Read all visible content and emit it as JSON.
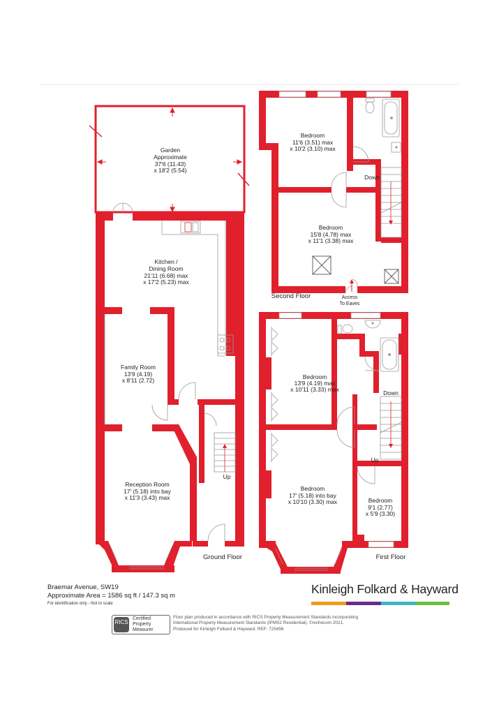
{
  "rooms": {
    "garden": {
      "name": "Garden",
      "line2": "Approximate",
      "dim1": "37'6 (11.43)",
      "dim2": "x 18'2 (5.54)"
    },
    "kitchen": {
      "name": "Kitchen /",
      "line2": "Dining Room",
      "dim1": "21'11 (6.68) max",
      "dim2": "x 17'2 (5.23) max"
    },
    "family": {
      "name": "Family Room",
      "dim1": "13'9 (4.19)",
      "dim2": "x 8'11 (2.72)"
    },
    "reception": {
      "name": "Reception Room",
      "dim1": "17' (5.18) into bay",
      "dim2": "x 11'3 (3.43) max"
    },
    "sf_bed1": {
      "name": "Bedroom",
      "dim1": "11'6 (3.51) max",
      "dim2": "x 10'2 (3.10) max"
    },
    "sf_bed2": {
      "name": "Bedroom",
      "dim1": "15'8 (4.78) max",
      "dim2": "x 11'1 (3.38) max"
    },
    "ff_bed1": {
      "name": "Bedroom",
      "dim1": "13'9 (4.19) max",
      "dim2": "x 10'11 (3.33) max"
    },
    "ff_bed2": {
      "name": "Bedroom",
      "dim1": "17' (5.18) into bay",
      "dim2": "x 10'10 (3.30) max"
    },
    "ff_bed3": {
      "name": "Bedroom",
      "dim1": "9'1 (2.77)",
      "dim2": "x 5'9 (3.30)"
    }
  },
  "floors": {
    "ground": "Ground Floor",
    "first": "First Floor",
    "second": "Second Floor"
  },
  "stair_labels": {
    "sf_down": "Down",
    "ff_down": "Down",
    "ff_up": "Up",
    "gf_up": "Up"
  },
  "access": {
    "line1": "Access",
    "line2": "To Eaves"
  },
  "footer": {
    "address": "Braemar Avenue, SW19",
    "area": "Approximate Area = 1586 sq ft / 147.3 sq m",
    "note": "For identification only - Not to scale",
    "brand": "Kinleigh Folkard & Hayward",
    "rics_logo": "RICS",
    "rics_line1": "Certified",
    "rics_line2": "Property",
    "rics_line3": "Measurer",
    "disclaimer1": "Floor plan produced in accordance with RICS Property Measurement Standards incorporating",
    "disclaimer2": "International Property Measurement Standards (IPMS2 Residential).  ©nichecom 2021.",
    "disclaimer3": "Produced for Kinleigh Folkard & Hayward.   REF: 725456"
  },
  "colors": {
    "wall": "#e0202c",
    "brand_orange": "#f39a1e",
    "brand_purple": "#6b2a8c",
    "brand_teal": "#3fb5c4",
    "brand_green": "#6cbf3f"
  }
}
